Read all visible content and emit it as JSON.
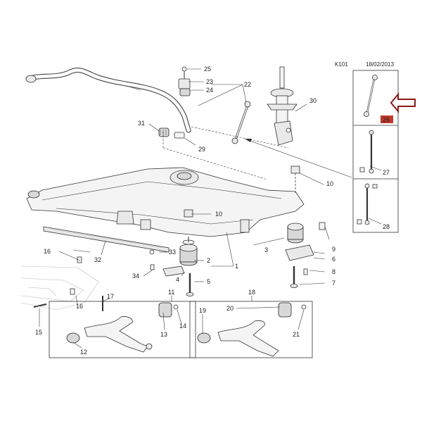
{
  "header": {
    "code": "K101",
    "date": "18/02/2013"
  },
  "highlight": {
    "part_number": "26",
    "arrow_color": "#8b1a1a",
    "badge_color": "#c0392b"
  },
  "callouts": {
    "c1": "1",
    "c2": "2",
    "c3": "3",
    "c4": "4",
    "c5": "5",
    "c6": "6",
    "c7": "7",
    "c8": "8",
    "c9": "9",
    "c10a": "10",
    "c10b": "10",
    "c11": "11",
    "c12": "12",
    "c13": "13",
    "c14": "14",
    "c15": "15",
    "c16a": "16",
    "c16b": "16",
    "c17": "17",
    "c18": "18",
    "c19": "19",
    "c20": "20",
    "c21": "21",
    "c22": "22",
    "c23": "23",
    "c24": "24",
    "c25": "25",
    "c27": "27",
    "c28": "28",
    "c29": "29",
    "c30": "30",
    "c31": "31",
    "c32": "32",
    "c33": "33",
    "c34": "34"
  }
}
